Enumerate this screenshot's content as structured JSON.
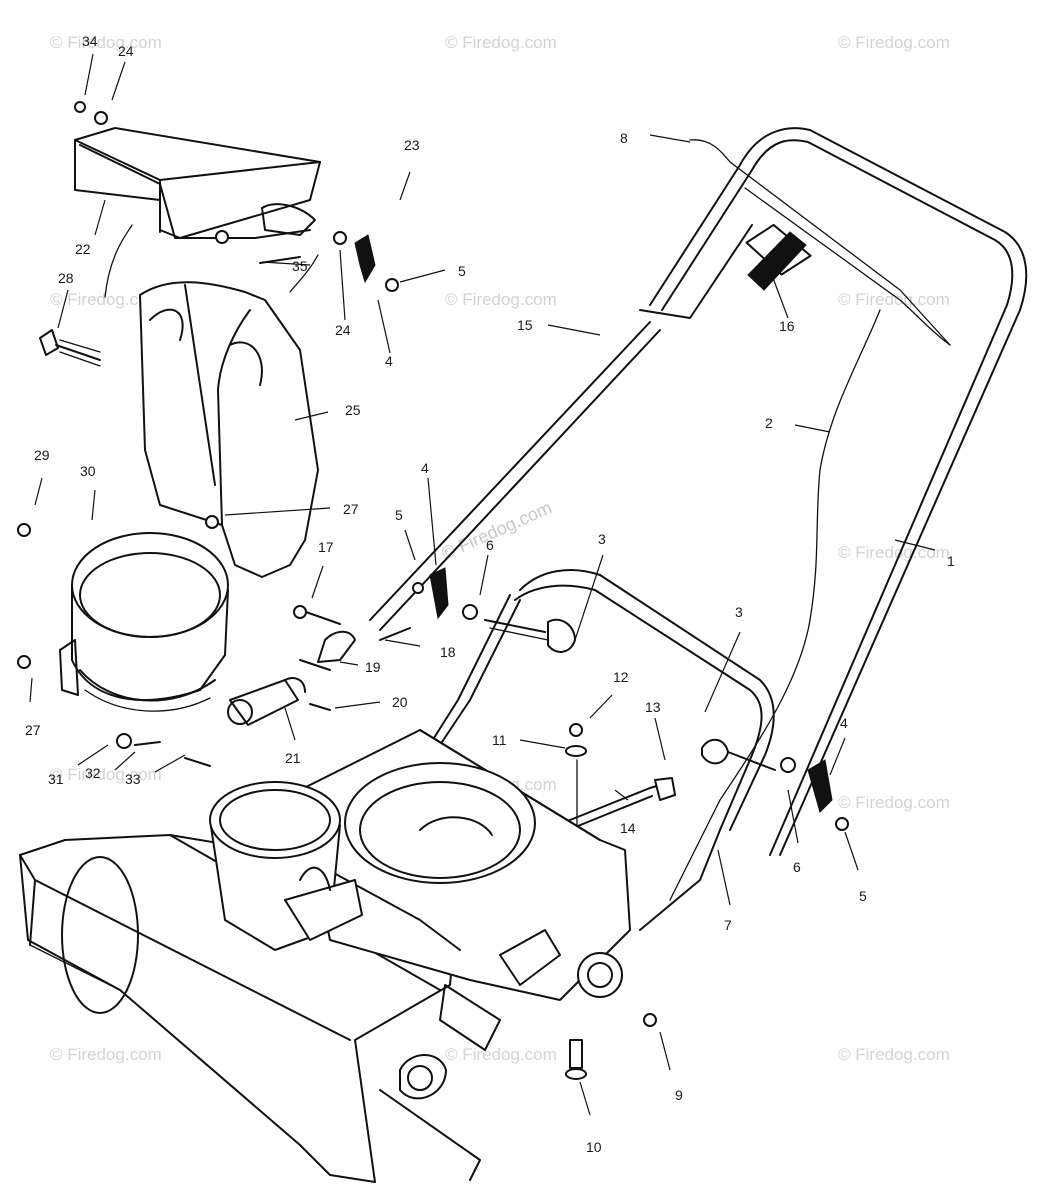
{
  "watermark": {
    "text": "© Firedog.com",
    "center_text": "© Firedog.com"
  },
  "callouts": {
    "c34": "34",
    "c24a": "24",
    "c23": "23",
    "c8": "8",
    "c22": "22",
    "c35": "35",
    "c5a": "5",
    "c28": "28",
    "c24b": "24",
    "c4a": "4",
    "c15": "15",
    "c16": "16",
    "c25": "25",
    "c2": "2",
    "c29": "29",
    "c30": "30",
    "c27a": "27",
    "c4b": "4",
    "c5b": "5",
    "c6a": "6",
    "c3a": "3",
    "c1": "1",
    "c17": "17",
    "c18": "18",
    "c19": "19",
    "c20": "20",
    "c21": "21",
    "c27b": "27",
    "c12": "12",
    "c3b": "3",
    "c11": "11",
    "c13": "13",
    "c4c": "4",
    "c31": "31",
    "c32": "32",
    "c33": "33",
    "c14": "14",
    "c6b": "6",
    "c5c": "5",
    "c7": "7",
    "c9": "9",
    "c10": "10"
  }
}
